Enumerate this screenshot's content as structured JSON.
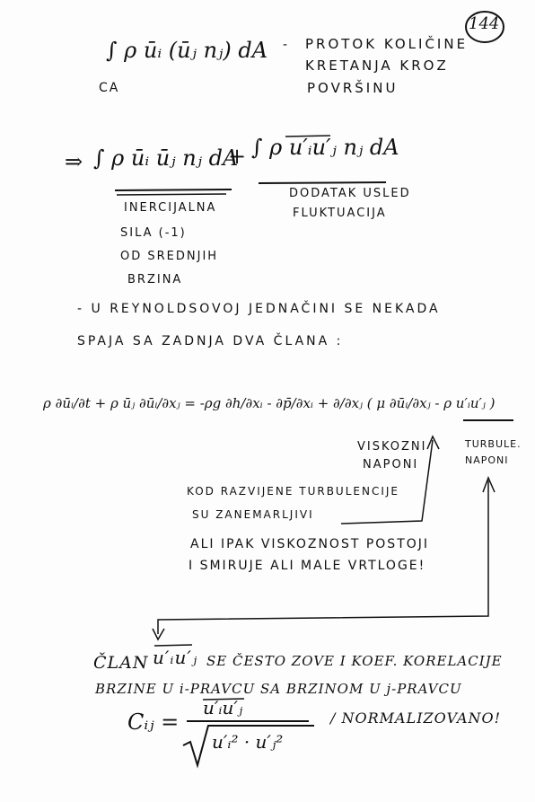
{
  "page_number": "144",
  "block1": {
    "integral": "∫ ρ ūᵢ (ūⱼ nⱼ) dA",
    "domain_sub": "CA",
    "dash": "-",
    "desc_line1": "PROTOK KOLIČINE",
    "desc_line2": "KRETANJA KROZ",
    "desc_line3": "POVRŠINU"
  },
  "block2": {
    "implies": "⇒",
    "term1": "∫ ρ ūᵢ ūⱼ nⱼ dA",
    "plus": "+",
    "term2": "∫ ρ u′ᵢu′ⱼ nⱼ dA",
    "left_line1": "INERCIJALNA",
    "left_line2": "SILA (-1)",
    "left_line3": "OD SREDNJIH",
    "left_line4": "BRZINA",
    "right_line1": "DODATAK USLED",
    "right_line2": "FLUKTUACIJA"
  },
  "block3": {
    "bullet_line1": "- U REYNOLDSOVOJ JEDNAČINI SE NEKADA",
    "bullet_line2": "SPAJA SA ZADNJA DVA ČLANA :",
    "equation": "ρ ∂ūᵢ/∂t + ρ ūⱼ ∂ūᵢ/∂xⱼ = -ρg ∂h/∂xᵢ - ∂p̄/∂xᵢ + ∂/∂xⱼ ( μ ∂ūᵢ/∂xⱼ - ρ u′ᵢu′ⱼ )",
    "visk_line1": "VISKOZNI",
    "visk_line2": "NAPONI",
    "turb_line1": "TURBULE.",
    "turb_line2": "NAPONI",
    "note1_line1": "KOD RAZVIJENE TURBULENCIJE",
    "note1_line2": "SU ZANEMARLJIVI",
    "note2_line1": "ALI IPAK VISKOZNOST POSTOJI",
    "note2_line2": "I SMIRUJE ALI MALE VRTLOGE!"
  },
  "block4": {
    "line1_a": "ČLAN",
    "line1_term": "u′ᵢu′ⱼ",
    "line1_b": "SE ČESTO ZOVE I KOEF. KORELACIJE",
    "line2": "BRZINE U i-PRAVCU SA BRZINOM U j-PRAVCU",
    "cij": "Cᵢⱼ =",
    "numerator": "u′ᵢu′ⱼ",
    "denominator": "u′ᵢ² · u′ⱼ²",
    "note": "/ NORMALIZOVANO!"
  }
}
